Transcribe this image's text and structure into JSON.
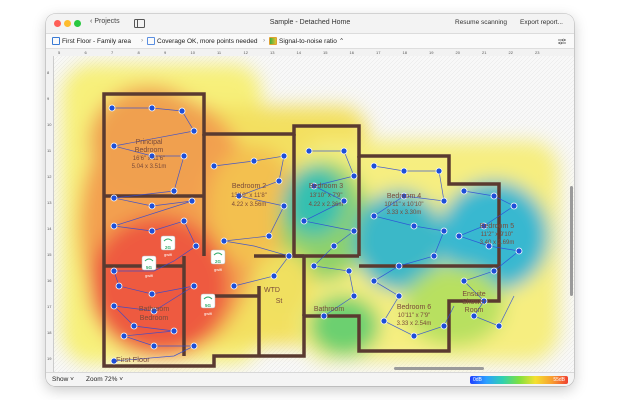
{
  "window": {
    "back_label": "Projects",
    "title": "Sample - Detached Home",
    "resume_label": "Resume scanning",
    "export_label": "Export report..."
  },
  "toolbar": {
    "floor_label": "First Floor - Family area",
    "coverage_label": "Coverage OK, more points needed",
    "metric_label": "Signal-to-noise ratio"
  },
  "ruler": {
    "top": [
      "5",
      "6",
      "7",
      "8",
      "9",
      "10",
      "11",
      "12",
      "13",
      "14",
      "15",
      "16",
      "17",
      "18",
      "19",
      "20",
      "21",
      "22",
      "23"
    ],
    "left": [
      "8",
      "9",
      "10",
      "11",
      "12",
      "13",
      "14",
      "15",
      "16",
      "17",
      "18",
      "19"
    ]
  },
  "map": {
    "floor_name": "First Floor",
    "rooms": [
      {
        "name": "Principal",
        "line2": "Bedroom",
        "dims_ft": "16'6\" x 11'6\"",
        "dims_m": "5.04 x 3.51m"
      },
      {
        "name": "Bedroom 2",
        "dims_ft": "13'10\" x 11'8\"",
        "dims_m": "4.22 x 3.56m"
      },
      {
        "name": "Bedroom 3",
        "dims_ft": "13'10\" x 7'9\"",
        "dims_m": "4.22 x 2.36m"
      },
      {
        "name": "Bedroom 4",
        "dims_ft": "10'11\" x 10'10\"",
        "dims_m": "3.33 x 3.30m"
      },
      {
        "name": "Bedroom 5",
        "dims_ft": "11'2\" x 9'10\"",
        "dims_m": "3.40 x 2.69m"
      },
      {
        "name": "Bedroom 6",
        "dims_ft": "10'11\" x 7'9\"",
        "dims_m": "3.33 x 2.54m"
      },
      {
        "name": "Bathroom"
      },
      {
        "name": "Ensuite",
        "line2": "Shower",
        "line3": "Room"
      },
      {
        "name": "WTD"
      },
      {
        "name": "St"
      },
      {
        "name": "Bathroom",
        "line2": "Bedroom"
      }
    ],
    "access_points": [
      {
        "band": "2G",
        "name": "gwifi"
      },
      {
        "band": "5G",
        "name": "gwifi"
      },
      {
        "band": "2G",
        "name": "gwifi"
      },
      {
        "band": "5G",
        "name": "gwifi"
      }
    ]
  },
  "status": {
    "show_label": "Show",
    "zoom_label": "Zoom 72%",
    "legend_min": "0dB",
    "legend_max": "55dB"
  },
  "colors": {
    "accent": "#3a7bd5",
    "scan_point": "#1e4fd8",
    "ap_green": "#2eaa6a"
  }
}
